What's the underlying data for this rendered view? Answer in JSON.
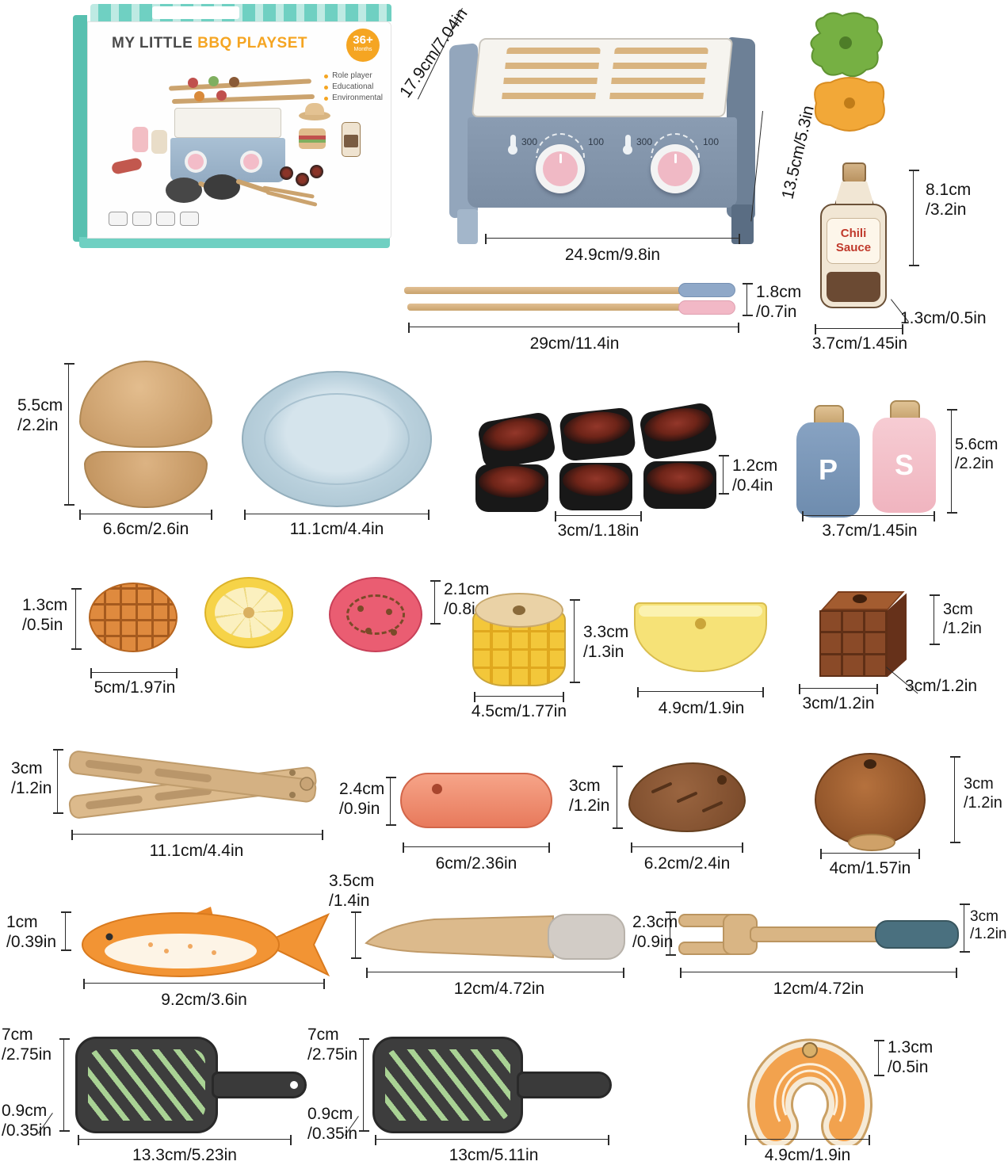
{
  "box": {
    "title_main": "MY LITTLE",
    "title_accent": "BBQ PLAYSET",
    "age_badge": "36+",
    "age_sub": "Months",
    "features": [
      "Role player",
      "Educational",
      "Environmental"
    ]
  },
  "grill": {
    "scale_min": "300",
    "scale_max": "100",
    "dim_depth": "17.9cm/7.04in",
    "dim_height": "13.5cm/5.3in",
    "dim_width": "24.9cm/9.8in"
  },
  "sauce": {
    "label": "Chili\nSauce",
    "dim_height": "8.1cm\n/3.2in",
    "dim_neck": "1.3cm/0.5in",
    "dim_width": "3.7cm/1.45in"
  },
  "skewers": {
    "dim_height": "1.8cm\n/0.7in",
    "dim_length": "29cm/11.4in"
  },
  "buns": {
    "dim_height": "5.5cm\n/2.2in",
    "dim_width": "6.6cm/2.6in"
  },
  "plate": {
    "dim_width": "11.1cm/4.4in"
  },
  "charcoal": {
    "dim_height": "1.2cm\n/0.4in",
    "dim_width": "3cm/1.18in"
  },
  "shakers": {
    "pepper_letter": "P",
    "salt_letter": "S",
    "dim_height": "5.6cm\n/2.2in",
    "dim_width": "3.7cm/1.45in"
  },
  "slices": {
    "dim_height": "1.3cm\n/0.5in",
    "dim_width": "5cm/1.97in",
    "dim_tomato_height": "2.1cm\n/0.8in"
  },
  "corn": {
    "dim_height": "3.3cm\n/1.3in",
    "dim_width": "4.5cm/1.77in"
  },
  "cheese": {
    "dim_width": "4.9cm/1.9in"
  },
  "cube": {
    "dim_height": "3cm\n/1.2in",
    "dim_depth": "3cm/1.2in",
    "dim_width": "3cm/1.2in"
  },
  "tongs": {
    "dim_height": "3cm\n/1.2in",
    "dim_length": "11.1cm/4.4in"
  },
  "sausage": {
    "dim_height": "2.4cm\n/0.9in",
    "dim_length": "6cm/2.36in"
  },
  "potato": {
    "dim_height": "3cm\n/1.2in",
    "dim_length": "6.2cm/2.4in"
  },
  "onion": {
    "dim_height": "3cm\n/1.2in",
    "dim_width": "4cm/1.57in"
  },
  "fish": {
    "dim_height": "1cm\n/0.39in",
    "dim_length": "9.2cm/3.6in"
  },
  "knife": {
    "dim_height": "3.5cm\n/1.4in",
    "dim_length": "12cm/4.72in"
  },
  "fork": {
    "dim_height": "2.3cm\n/0.9in",
    "dim_head": "3cm\n/1.2in",
    "dim_length": "12cm/4.72in"
  },
  "pan_left": {
    "dim_height": "7cm\n/2.75in",
    "dim_thickness": "0.9cm\n/0.35in",
    "dim_length": "13.3cm/5.23in"
  },
  "pan_right": {
    "dim_height": "7cm\n/2.75in",
    "dim_thickness": "0.9cm\n/0.35in",
    "dim_length": "13cm/5.11in"
  },
  "salmon": {
    "dim_height": "1.3cm\n/0.5in",
    "dim_width": "4.9cm/1.9in"
  }
}
